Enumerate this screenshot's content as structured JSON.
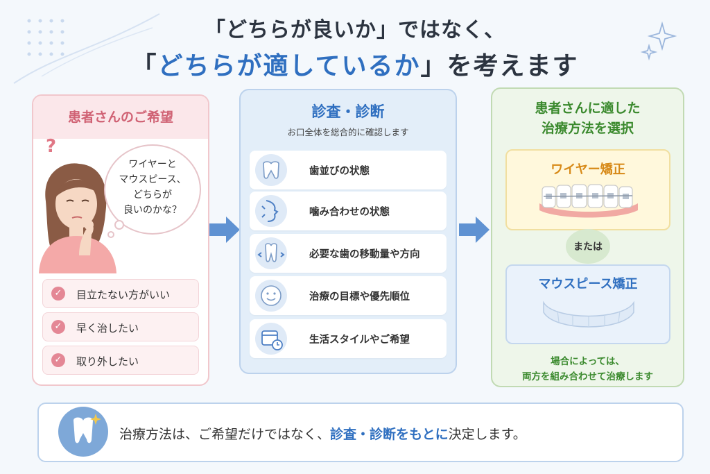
{
  "header": {
    "line1": "「どちらが良いか」ではなく、",
    "line2_open": "「",
    "line2_highlight": "どちらが適しているか",
    "line2_close": "」を考えます"
  },
  "left_panel": {
    "title": "患者さんのご希望",
    "question_mark": "?",
    "bubble_lines": [
      "ワイヤーと",
      "マウスピース、",
      "どちらが",
      "良いのかな？"
    ],
    "wishes": [
      "目立たない方がいい",
      "早く治したい",
      "取り外したい"
    ],
    "check_icon": "check-icon"
  },
  "middle_panel": {
    "title": "診査・診断",
    "subtitle": "お口全体を総合的に確認します",
    "items": [
      {
        "label": "歯並びの状態",
        "icon": "teeth-icon"
      },
      {
        "label": "噛み合わせの状態",
        "icon": "jaw-profile-icon"
      },
      {
        "label": "必要な歯の移動量や方向",
        "icon": "tooth-arrows-icon"
      },
      {
        "label": "治療の目標や優先順位",
        "icon": "smile-icon"
      },
      {
        "label": "生活スタイルやご希望",
        "icon": "calendar-clock-icon"
      }
    ]
  },
  "right_panel": {
    "title_lines": [
      "患者さんに適した",
      "治療方法を選択"
    ],
    "option1": "ワイヤー矯正",
    "connector": "または",
    "option2": "マウスピース矯正",
    "note_lines": [
      "場合によっては、",
      "両方を組み合わせて治療します"
    ]
  },
  "footer": {
    "text_before": "治療方法は、ご希望だけではなく、",
    "text_highlight": "診査・診断をもとに",
    "text_after": "決定します。",
    "icon": "tooth-sparkle-icon"
  },
  "colors": {
    "accent_blue": "#2f6fc0",
    "pink": "#d06274",
    "green": "#3b8a2e",
    "orange": "#d78a18"
  }
}
